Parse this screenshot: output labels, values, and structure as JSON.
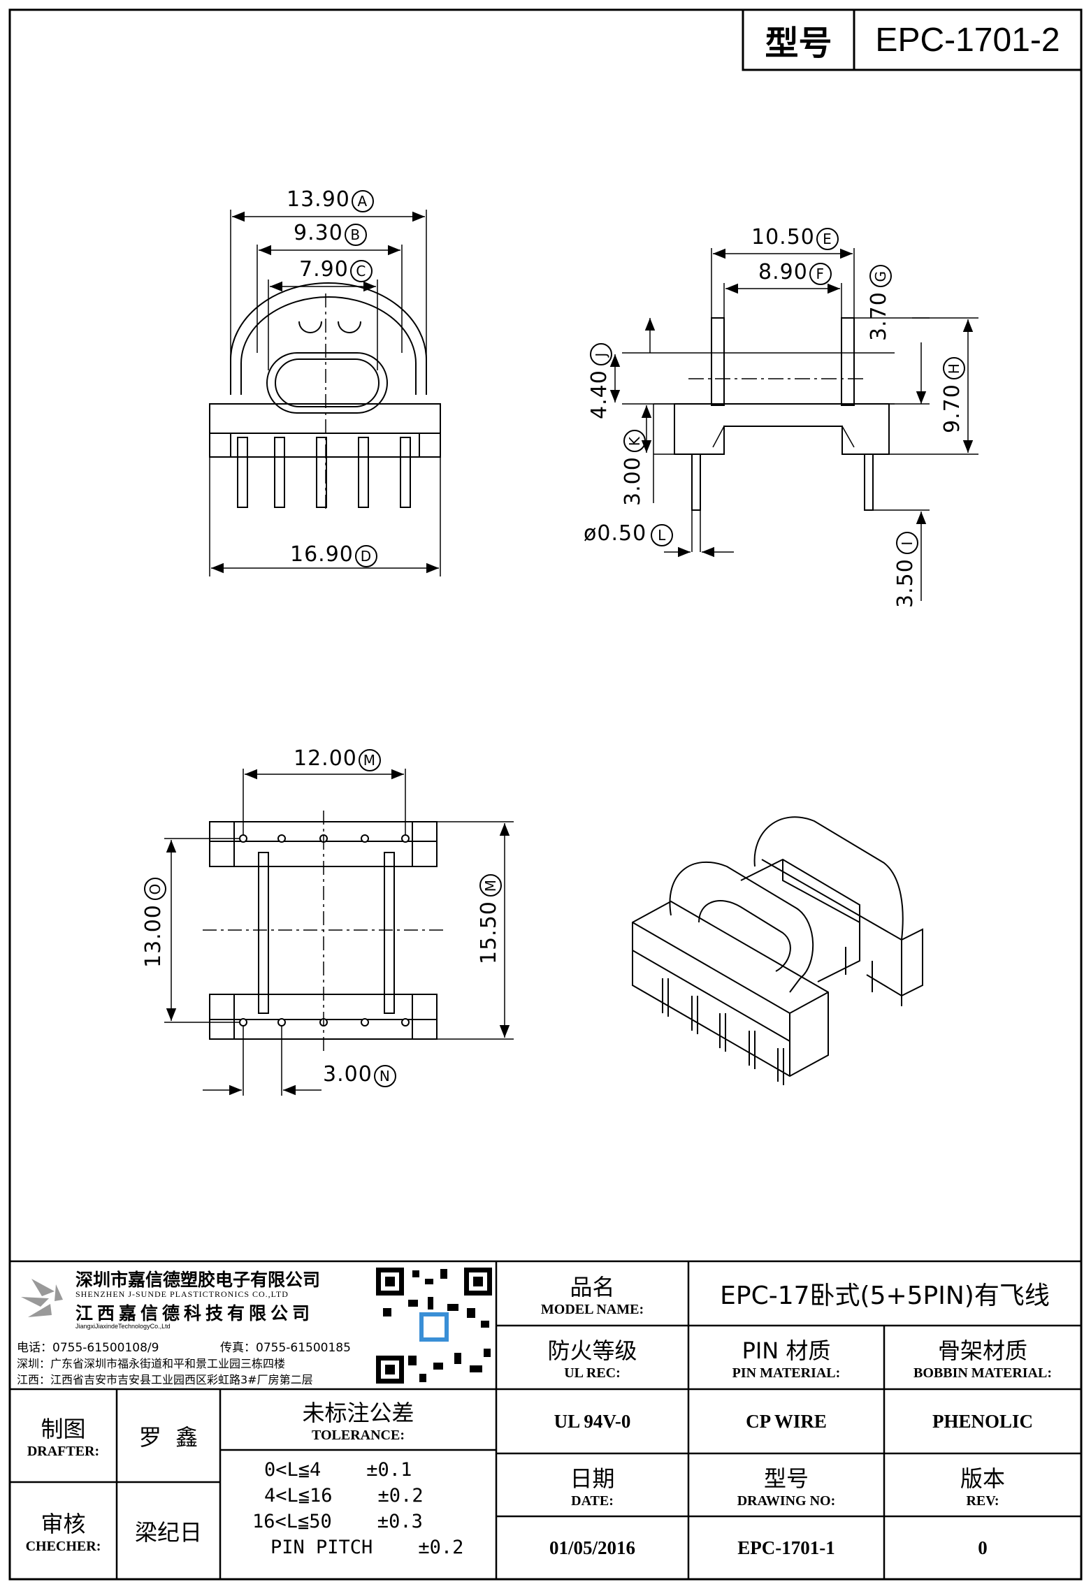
{
  "header": {
    "label": "型号",
    "model": "EPC-1701-2"
  },
  "dims": {
    "A": "13.90",
    "B": "9.30",
    "C": "7.90",
    "D": "16.90",
    "E": "10.50",
    "F": "8.90",
    "G": "3.70",
    "H": "9.70",
    "I": "3.50",
    "J": "4.40",
    "K": "3.00",
    "L": "ø0.50",
    "M1": "12.00",
    "M2": "15.50",
    "N": "3.00",
    "O": "13.00"
  },
  "labels": {
    "A": "A",
    "B": "B",
    "C": "C",
    "D": "D",
    "E": "E",
    "F": "F",
    "G": "G",
    "H": "H",
    "I": "I",
    "J": "J",
    "K": "K",
    "L": "L",
    "M": "M",
    "N": "N",
    "O": "O"
  },
  "company": {
    "name_cn1": "深圳市嘉信德塑胶电子有限公司",
    "name_en1": "SHENZHEN J-SUNDE PLASTICTRONICS CO.,LTD",
    "name_cn2": "江西嘉信德科技有限公司",
    "name_en2": "JiangxiJiaxindeTechnologyCo.,Ltd",
    "tel": "电话：0755-61500108/9",
    "fax": "传真：0755-61500185",
    "addr_sz": "深圳：广东省深圳市福永街道和平和景工业园三栋四楼",
    "addr_jx": "江西：江西省吉安市吉安县工业园西区彩虹路3#厂房第二层"
  },
  "titleblock": {
    "model_name_cn": "品名",
    "model_name_en": "MODEL NAME:",
    "model_name_val": "EPC-17卧式(5+5PIN)有飞线",
    "ul_cn": "防火等级",
    "ul_en": "UL REC:",
    "ul_val": "UL 94V-0",
    "pin_cn": "PIN 材质",
    "pin_en": "PIN MATERIAL:",
    "pin_val": "CP WIRE",
    "bobbin_cn": "骨架材质",
    "bobbin_en": "BOBBIN MATERIAL:",
    "bobbin_val": "PHENOLIC",
    "drafter_cn": "制图",
    "drafter_en": "DRAFTER:",
    "drafter_val": "罗  鑫",
    "checker_cn": "审核",
    "checker_en": "CHECHER:",
    "checker_val": "梁纪日",
    "tol_cn": "未标注公差",
    "tol_en": "TOLERANCE:",
    "tol_rows": [
      "0<L≦4    ±0.1",
      "4<L≦16    ±0.2",
      "16<L≦50    ±0.3",
      "PIN PITCH    ±0.2"
    ],
    "date_cn": "日期",
    "date_en": "DATE:",
    "date_val": "01/05/2016",
    "dwg_cn": "型号",
    "dwg_en": "DRAWING NO:",
    "dwg_val": "EPC-1701-1",
    "rev_cn": "版本",
    "rev_en": "REV:",
    "rev_val": "0"
  }
}
